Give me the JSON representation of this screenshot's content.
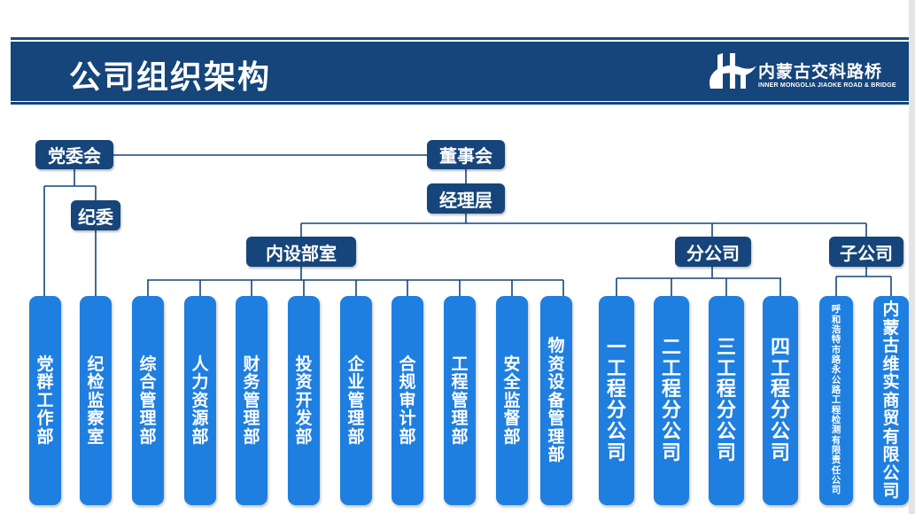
{
  "slide": {
    "title": "公司组织架构",
    "logo_cn": "内蒙古交科路桥",
    "logo_en": "INNER MONGOLIA JIAOKE ROAD & BRIDGE"
  },
  "colors": {
    "header_bg": "#15457a",
    "node_dark": "#15457a",
    "node_blue": "#1f7fe0",
    "line": "#15457a"
  },
  "org": {
    "party_committee": "党委会",
    "discipline_committee": "纪委",
    "board": "董事会",
    "management": "经理层",
    "internal_depts_label": "内设部室",
    "branches_label": "分公司",
    "subsidiaries_label": "子公司",
    "party_units": [
      "党群工作部",
      "纪检监察室"
    ],
    "internal_depts": [
      "综合管理部",
      "人力资源部",
      "财务管理部",
      "投资开发部",
      "企业管理部",
      "合规审计部",
      "工程管理部",
      "安全监督部",
      "物资设备管理部"
    ],
    "branches": [
      "一工程分公司",
      "二工程分公司",
      "三工程分公司",
      "四工程分公司"
    ],
    "subsidiaries": [
      "呼和浩特市路永公路工程检测有限责任公司",
      "内蒙古维实商贸有限公司"
    ]
  }
}
